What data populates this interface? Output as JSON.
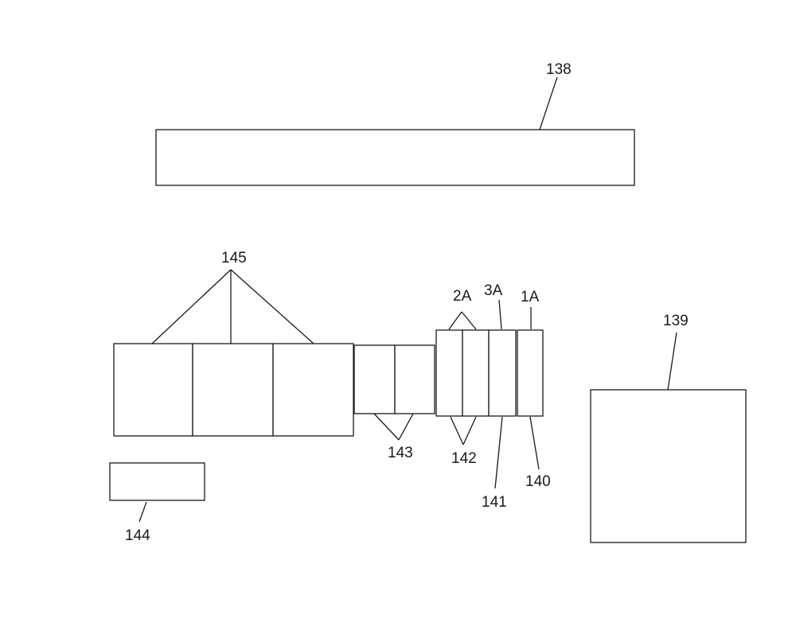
{
  "labels": {
    "l138": "138",
    "l139": "139",
    "l140": "140",
    "l141": "141",
    "l142": "142",
    "l143": "143",
    "l144": "144",
    "l145": "145",
    "l1A": "1A",
    "l2A": "2A",
    "l3A": "3A"
  }
}
